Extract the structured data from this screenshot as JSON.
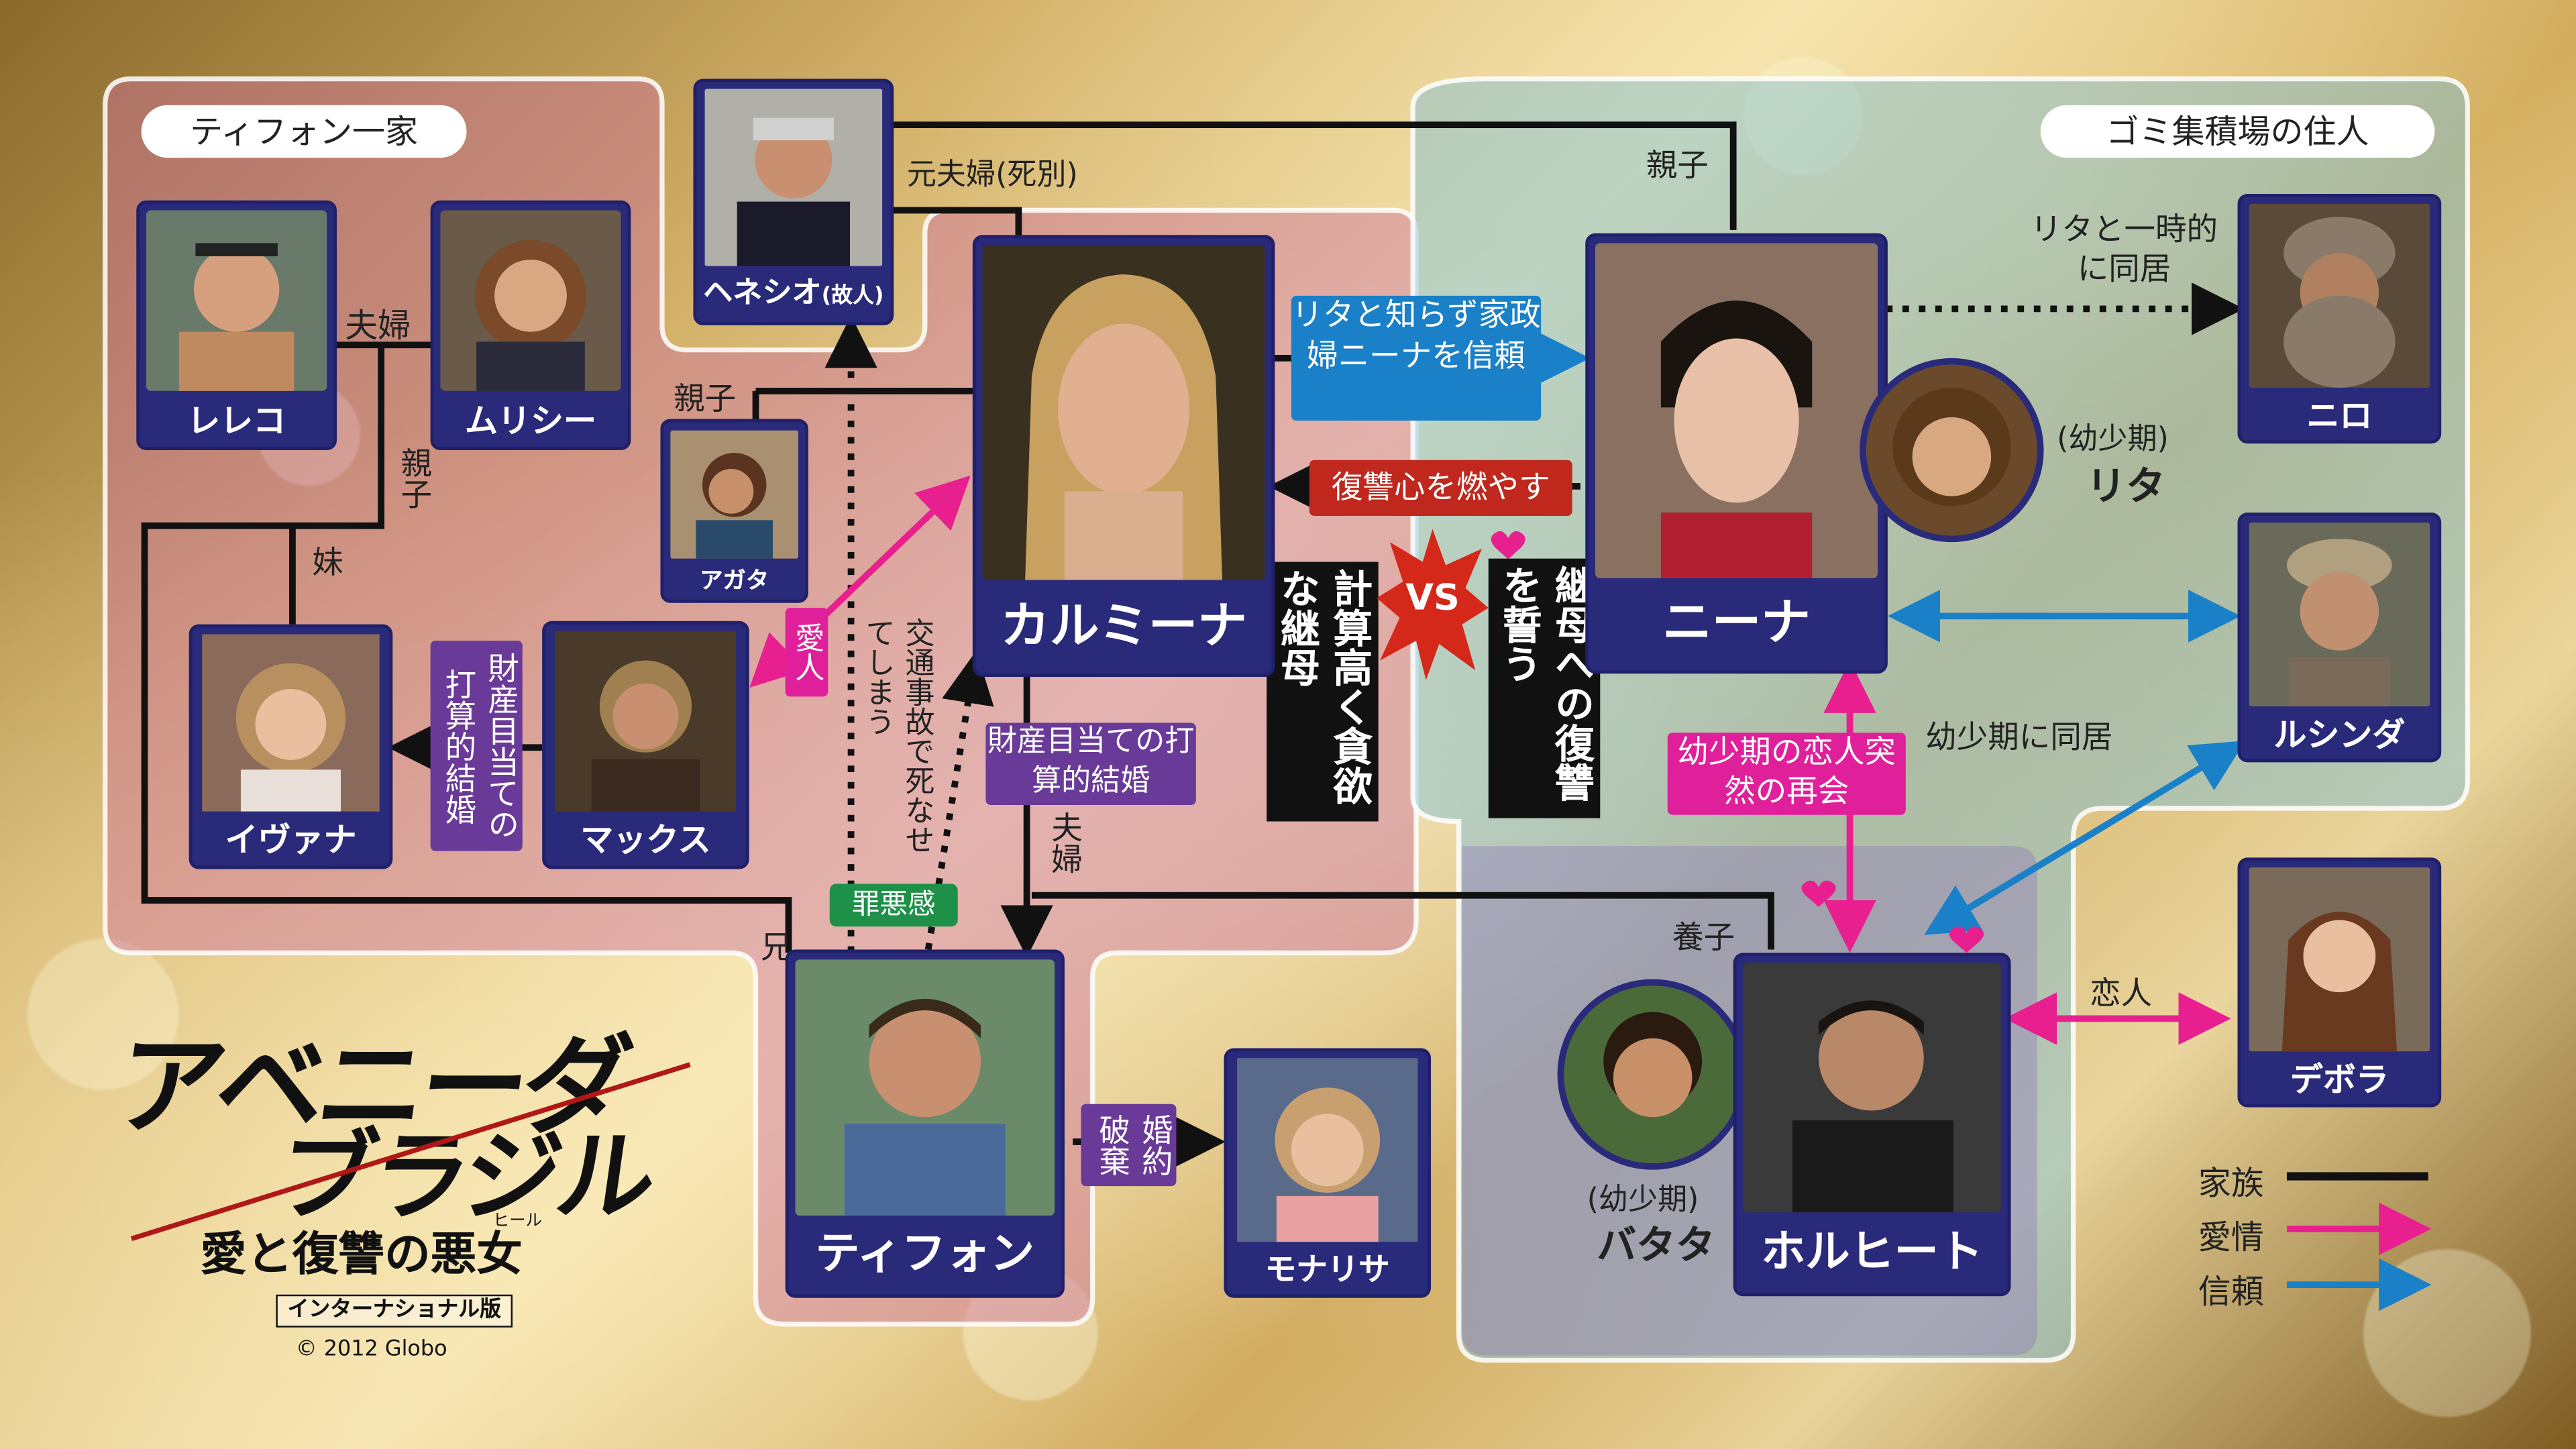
{
  "groups": {
    "tifon_family": "ティフォン一家",
    "dump_residents": "ゴミ集積場の住人"
  },
  "people": {
    "lereco": "レレコ",
    "murisi": "ムリシー",
    "henesio": "ヘネシオ",
    "henesio_note": "(故人)",
    "carmina": "カルミーナ",
    "agata": "アガタ",
    "ivana": "イヴァナ",
    "max": "マックス",
    "tifon": "ティフォン",
    "monalisa": "モナリサ",
    "nina": "ニーナ",
    "rita_child_note": "(幼少期)",
    "rita_child": "リタ",
    "niro": "ニロ",
    "lucinda": "ルシンダ",
    "debora": "デボラ",
    "batata_note": "(幼少期)",
    "batata": "バタタ",
    "horhito": "ホルヒート"
  },
  "relations": {
    "couple": "夫婦",
    "parent_child": "親子",
    "younger_sister": "妹",
    "ex_couple": "元夫婦(死別)",
    "parent_child2": "親子",
    "lover": "愛人",
    "fortune_marriage_max": "財産目当ての打算的結婚",
    "accident": "交通事故で死なせてしまう",
    "fortune_marriage_tifon": "財産目当ての打算的結婚",
    "couple2": "夫婦",
    "guilt": "罪悪感",
    "older_brother": "兄",
    "engagement_break": "婚約破棄",
    "trust_nina": "リタと知らず家政婦ニーナを信頼",
    "revenge": "復讐心を燃やす",
    "carmina_desc": "計算高く貪欲な継母",
    "vs": "VS",
    "nina_desc": "継母への復讐を誓う",
    "parent_child_nina": "親子",
    "lived_with_rita": "リタと一時的に同居",
    "lived_childhood": "幼少期に同居",
    "childhood_lover": "幼少期の恋人突然の再会",
    "adopted": "養子",
    "lovers": "恋人"
  },
  "legend": {
    "family": "家族",
    "love": "愛情",
    "trust": "信頼",
    "family_color": "#111111",
    "love_color": "#e8208f",
    "trust_color": "#1a80c8"
  },
  "logo": {
    "title_line1": "アベニーダ",
    "title_line2": "ブラジル",
    "subtitle": "愛と復讐の悪女",
    "ruby": "ヒール",
    "edition": "インターナショナル版",
    "copyright": "© 2012 Globo"
  }
}
